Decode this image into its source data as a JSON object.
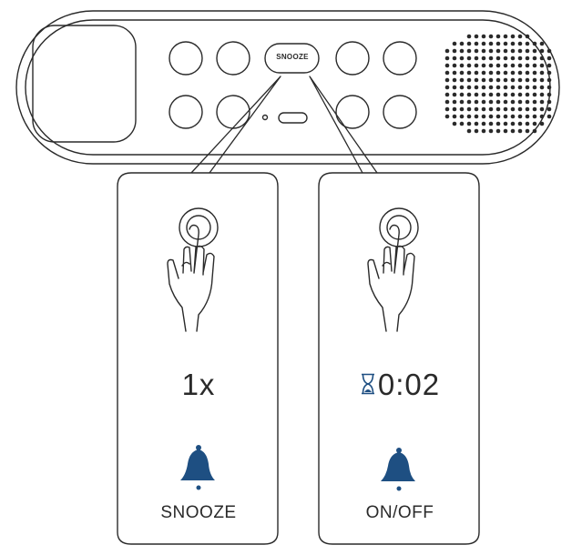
{
  "device": {
    "snooze_button_label": "SNOOZE",
    "outline_color": "#2a2a2a",
    "accent_color": "#1e4f82"
  },
  "panels": [
    {
      "display_value": "1x",
      "caption": "SNOOZE",
      "icon": "bell-icon",
      "gesture": "tap-hand-icon"
    },
    {
      "display_value": "0:02",
      "display_icon": "hourglass-icon",
      "caption": "ON/OFF",
      "icon": "bell-icon",
      "gesture": "tap-hand-icon"
    }
  ]
}
